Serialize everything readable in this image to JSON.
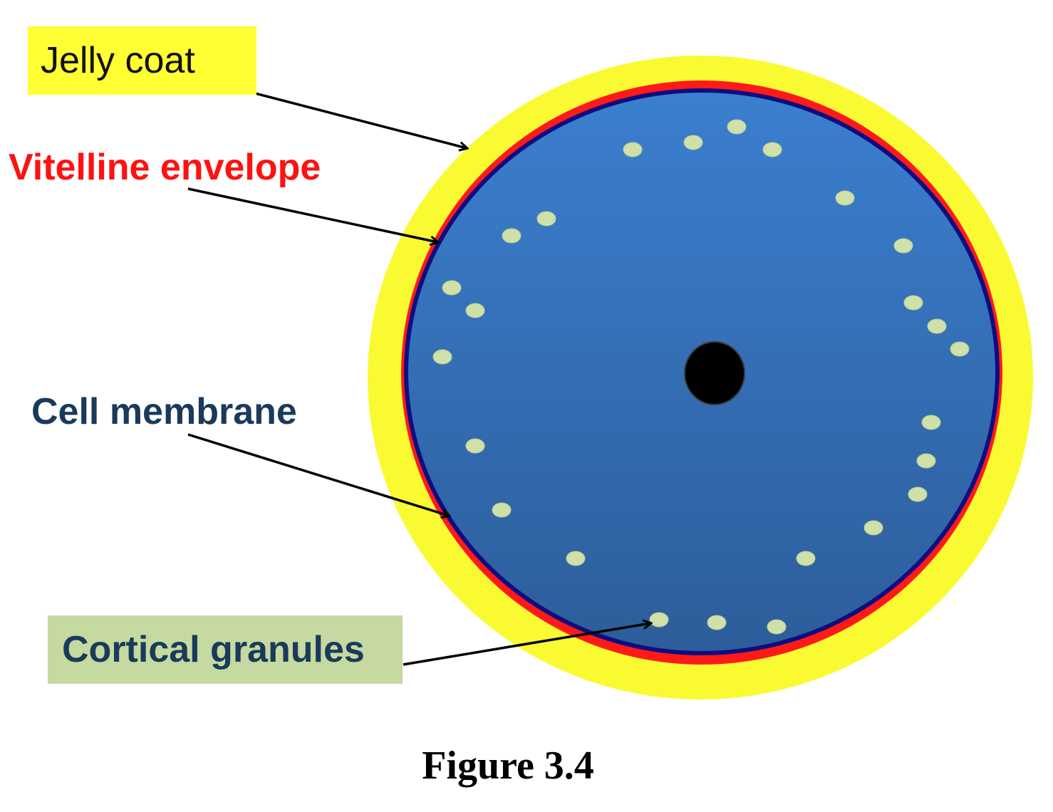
{
  "labels": {
    "jelly_coat": "Jelly coat",
    "vitelline_envelope": "Vitelline envelope",
    "cell_membrane": "Cell membrane",
    "cortical_granules": "Cortical granules"
  },
  "caption": "Figure 3.4",
  "colors": {
    "jelly_coat": "#fafa33",
    "vitelline_envelope": "#ff1a1a",
    "cell_membrane": "#0d0d80",
    "cytoplasm_top": "#3b7fcf",
    "cytoplasm_bottom": "#2d5d9a",
    "cortical_granule": "#cfe0a8",
    "nucleus": "#000000",
    "jelly_label_bg": "#ffff33",
    "cortical_label_bg": "#c5d9a0",
    "vitelline_label_text": "#ff1111",
    "membrane_label_text": "#1a3a5c",
    "cortical_label_text": "#1a3a5c"
  },
  "icons": {
    "arrow": "arrow-icon",
    "nucleus": "nucleus-icon",
    "granule": "cortical-granule-icon"
  }
}
